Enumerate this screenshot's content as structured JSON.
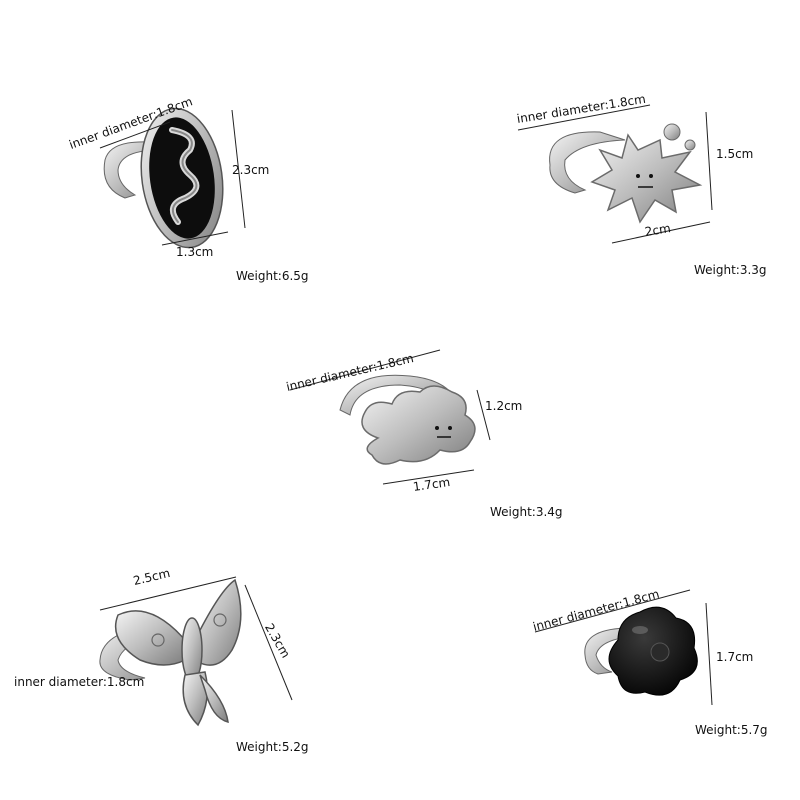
{
  "rings": [
    {
      "inner": "inner diameter:1.8cm",
      "height": "2.3cm",
      "width": "1.3cm",
      "weight": "Weight:6.5g",
      "motif": "snake-oval"
    },
    {
      "inner": "inner diameter:1.8cm",
      "height": "1.5cm",
      "width": "2cm",
      "weight": "Weight:3.3g",
      "motif": "splash-face"
    },
    {
      "inner": "inner diameter:1.8cm",
      "height": "1.2cm",
      "width": "1.7cm",
      "weight": "Weight:3.4g",
      "motif": "cloud-face"
    },
    {
      "inner": "inner diameter:1.8cm",
      "height": "2.3cm",
      "width": "2.5cm",
      "weight": "Weight:5.2g",
      "motif": "moth"
    },
    {
      "inner": "inner diameter:1.8cm",
      "height": "1.7cm",
      "weight": "Weight:5.7g",
      "motif": "black-flower"
    }
  ],
  "colors": {
    "silver": "#c9c9c9",
    "silver_dark": "#8a8a8a",
    "enamel_black": "#111111",
    "line": "#222222"
  }
}
